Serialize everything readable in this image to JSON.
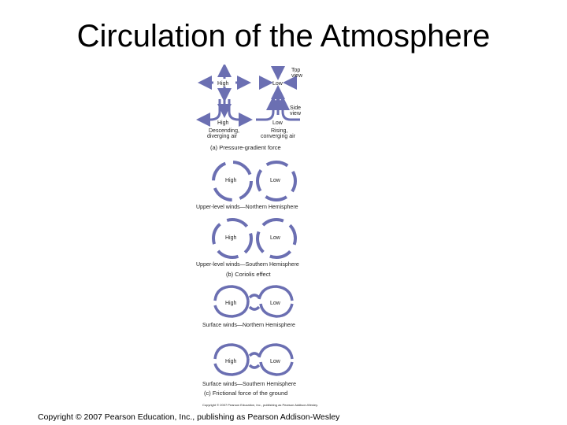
{
  "slide": {
    "title": "Circulation of the Atmosphere",
    "copyright": "Copyright © 2007 Pearson Education, Inc., publishing as Pearson Addison-Wesley"
  },
  "colors": {
    "arrow": "#6b6fb2",
    "text": "#222222"
  },
  "figure": {
    "part_a": {
      "view_top": "Top view",
      "view_top_line1": "Top",
      "view_top_line2": "view",
      "view_side_line1": "Side",
      "view_side_line2": "view",
      "high": "High",
      "low": "Low",
      "high_desc_line1": "Descending,",
      "high_desc_line2": "diverging air",
      "low_desc_line1": "Rising,",
      "low_desc_line2": "converging air",
      "caption": "(a) Pressure-gradient force"
    },
    "part_b": {
      "high": "High",
      "low": "Low",
      "upper_north": "Upper-level winds—Northern Hemisphere",
      "upper_south": "Upper-level winds—Southern Hemisphere",
      "caption": "(b) Coriolis effect"
    },
    "part_c": {
      "high": "High",
      "low": "Low",
      "surface_north": "Surface winds—Northern Hemisphere",
      "surface_south": "Surface winds—Southern Hemisphere",
      "caption": "(c) Frictional force of the ground"
    },
    "figure_copyright": "Copyright © 2007 Pearson Education, Inc., publishing as Pearson Addison-Wesley."
  }
}
